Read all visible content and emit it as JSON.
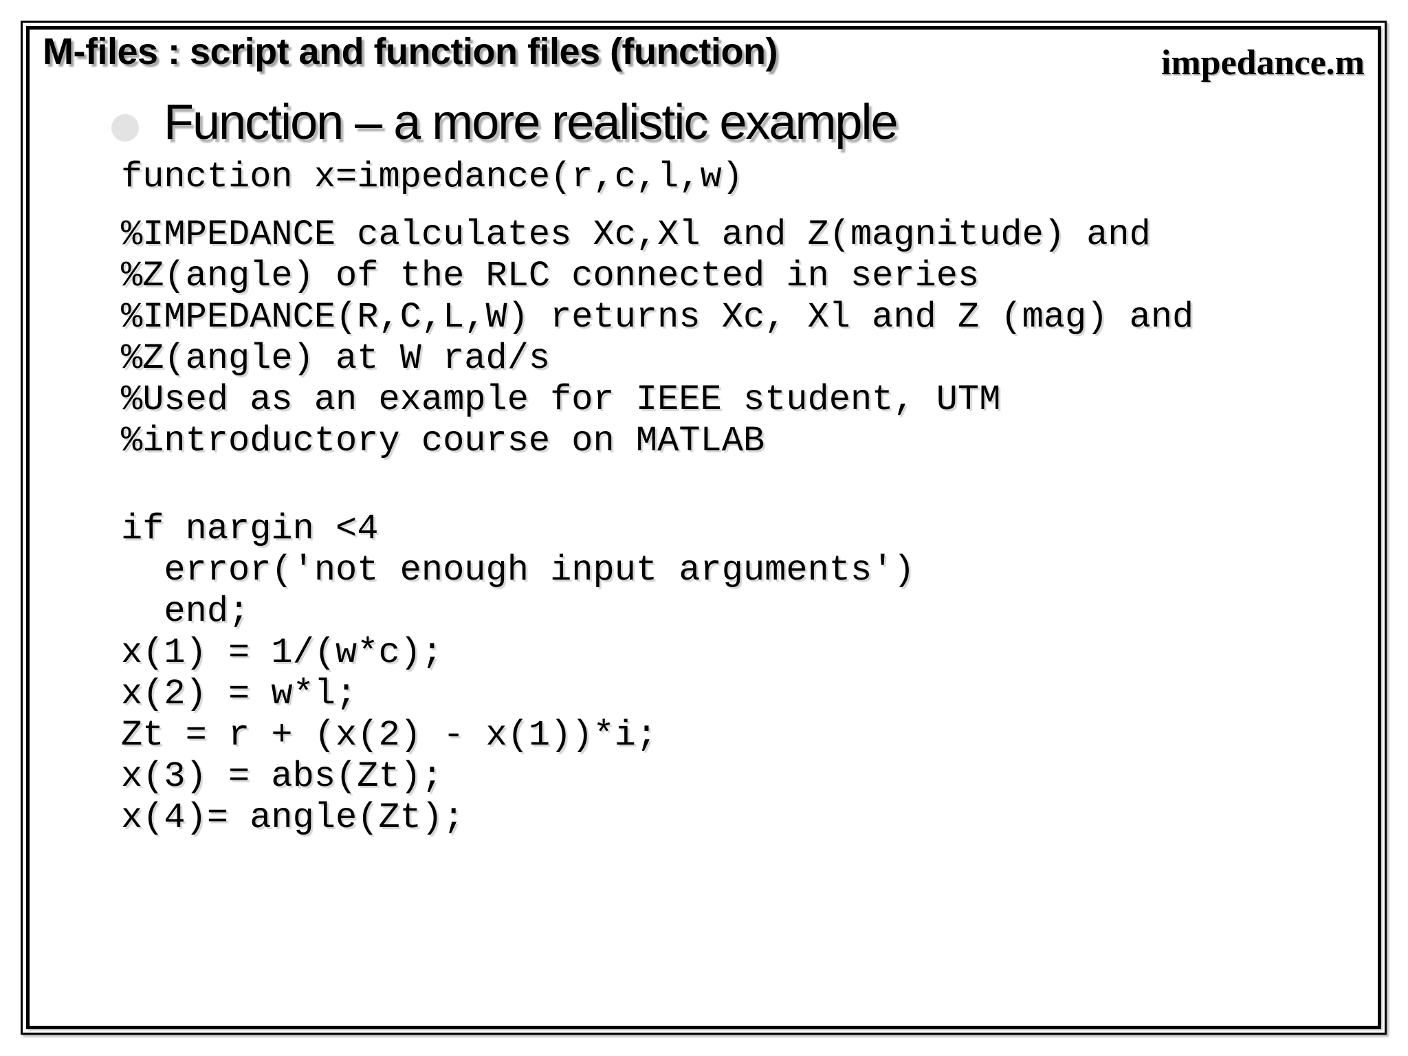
{
  "slide": {
    "title": "M-files : script and function files (function)",
    "corner_label": "impedance.m",
    "bullet": {
      "label": "Function – a more realistic example"
    },
    "code": {
      "signature_lines": [
        "function x=impedance(r,c,l,w)"
      ],
      "comment_lines": [
        "%IMPEDANCE calculates Xc,Xl and Z(magnitude) and",
        "%Z(angle) of the RLC connected in series",
        "%IMPEDANCE(R,C,L,W) returns Xc, Xl and Z (mag) and",
        "%Z(angle) at W rad/s",
        "%Used as an example for IEEE student, UTM",
        "%introductory course on MATLAB"
      ],
      "body_lines": [
        "if nargin <4",
        "  error('not enough input arguments')",
        "  end;",
        "x(1) = 1/(w*c);",
        "x(2) = w*l;",
        "Zt = r + (x(2) - x(1))*i;",
        "x(3) = abs(Zt);",
        "x(4)= angle(Zt);"
      ]
    },
    "colors": {
      "background": "#ffffff",
      "text": "#000000",
      "bullet": "#e3e3e3",
      "border": "#000000"
    }
  }
}
